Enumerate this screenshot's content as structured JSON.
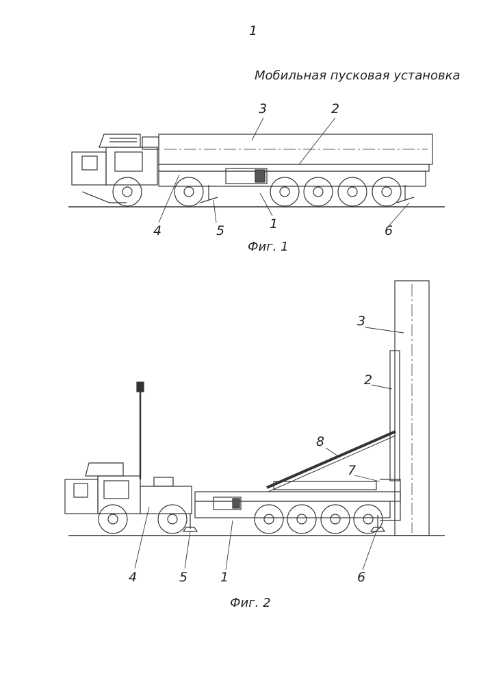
{
  "page_number": "1",
  "title": "Мобильная пусковая установка",
  "figure1": {
    "caption": "Фиг. 1",
    "labels": {
      "container": "3",
      "boom": "2",
      "chassis": "1",
      "cab_module": "4",
      "front_jack": "5",
      "rear_jack": "6"
    }
  },
  "figure2": {
    "caption": "Фиг. 2",
    "labels": {
      "container": "3",
      "boom": "2",
      "arm": "8",
      "support": "7",
      "cab_module": "4",
      "front_jack": "5",
      "chassis": "1",
      "rear_jack": "6"
    }
  }
}
